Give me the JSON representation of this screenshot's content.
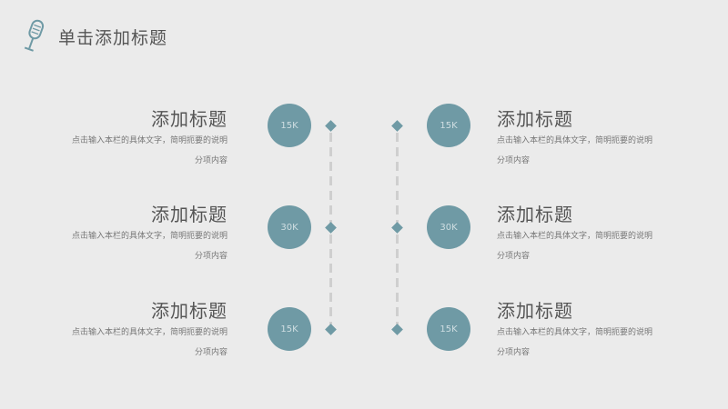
{
  "page": {
    "title": "单击添加标题"
  },
  "left_items": [
    {
      "title": "添加标题",
      "desc_line1": "点击输入本栏的具体文字，简明扼要的说明",
      "desc_line2": "分项内容",
      "value": "15K"
    },
    {
      "title": "添加标题",
      "desc_line1": "点击输入本栏的具体文字，简明扼要的说明",
      "desc_line2": "分项内容",
      "value": "30K"
    },
    {
      "title": "添加标题",
      "desc_line1": "点击输入本栏的具体文字，简明扼要的说明",
      "desc_line2": "分项内容",
      "value": "15K"
    }
  ],
  "right_items": [
    {
      "title": "添加标题",
      "desc_line1": "点击输入本栏的具体文字，简明扼要的说明",
      "desc_line2": "分项内容",
      "value": "15K"
    },
    {
      "title": "添加标题",
      "desc_line1": "点击输入本栏的具体文字，简明扼要的说明",
      "desc_line2": "分项内容",
      "value": "30K"
    },
    {
      "title": "添加标题",
      "desc_line1": "点击输入本栏的具体文字，简明扼要的说明",
      "desc_line2": "分项内容",
      "value": "15K"
    }
  ],
  "colors": {
    "accent": "#6f9aa5",
    "background": "#ebebeb",
    "text": "#555555"
  }
}
